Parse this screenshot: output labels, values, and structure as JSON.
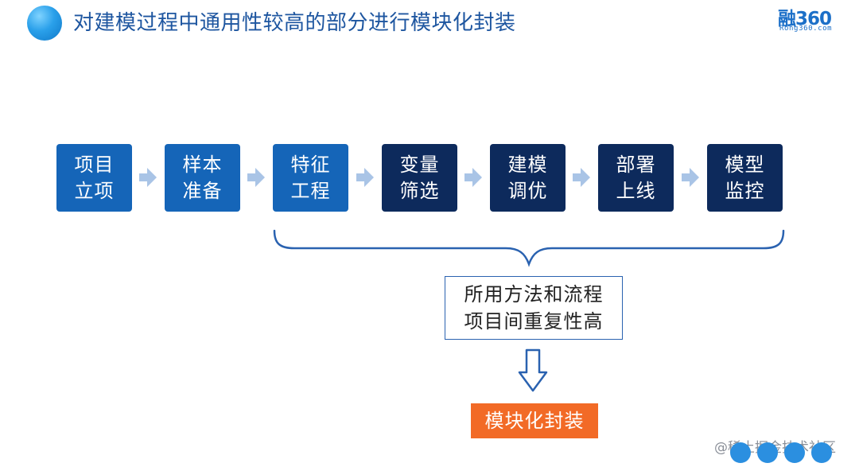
{
  "header": {
    "title": "对建模过程中通用性较高的部分进行模块化封装",
    "logo_text": "融360",
    "logo_subtext": "Rong360.com"
  },
  "steps": [
    {
      "line1": "项目",
      "line2": "立项",
      "style": "light"
    },
    {
      "line1": "样本",
      "line2": "准备",
      "style": "light"
    },
    {
      "line1": "特征",
      "line2": "工程",
      "style": "light"
    },
    {
      "line1": "变量",
      "line2": "筛选",
      "style": "dark"
    },
    {
      "line1": "建模",
      "line2": "调优",
      "style": "dark"
    },
    {
      "line1": "部署",
      "line2": "上线",
      "style": "dark"
    },
    {
      "line1": "模型",
      "line2": "监控",
      "style": "dark"
    }
  ],
  "reason": {
    "line1": "所用方法和流程",
    "line2": "项目间重复性高"
  },
  "result": {
    "label": "模块化封装"
  },
  "watermark": {
    "text": "@稀土掘金技术社区"
  },
  "colors": {
    "title": "#1e56a0",
    "step_light": "#1565b8",
    "step_dark": "#0d2a5c",
    "arrow": "#a9c4e6",
    "brace": "#2a62b0",
    "result_bg": "#f26a26"
  }
}
